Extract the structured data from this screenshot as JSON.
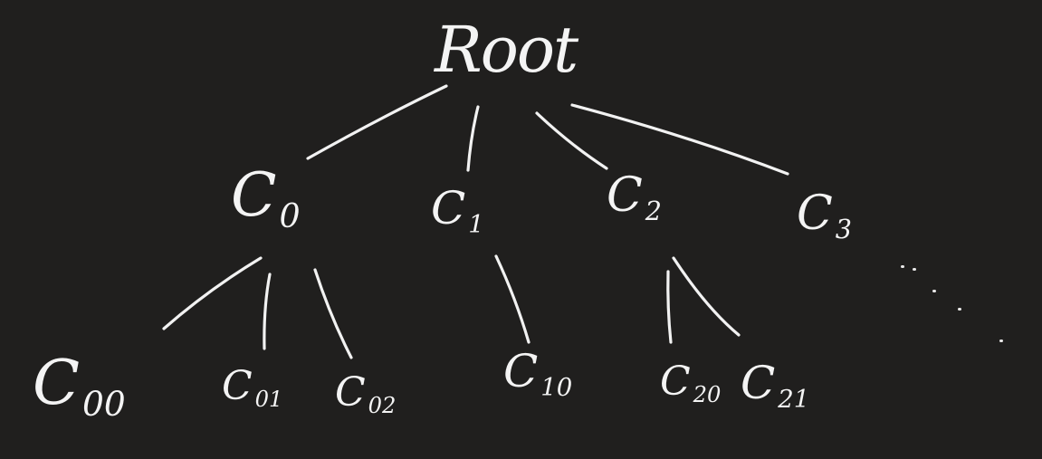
{
  "diagram": {
    "type": "tree",
    "background_color": "#201f1e",
    "ink_color": "#f2f2f2",
    "nodes": [
      {
        "id": "root",
        "base": "Root",
        "sub": ""
      },
      {
        "id": "c0",
        "base": "C",
        "sub": "0"
      },
      {
        "id": "c1",
        "base": "C",
        "sub": "1"
      },
      {
        "id": "c2",
        "base": "C",
        "sub": "2"
      },
      {
        "id": "c3",
        "base": "C",
        "sub": "3"
      },
      {
        "id": "c00",
        "base": "C",
        "sub": "00"
      },
      {
        "id": "c01",
        "base": "C",
        "sub": "01"
      },
      {
        "id": "c02",
        "base": "C",
        "sub": "02"
      },
      {
        "id": "c10",
        "base": "C",
        "sub": "10"
      },
      {
        "id": "c20",
        "base": "C",
        "sub": "20"
      },
      {
        "id": "c21",
        "base": "C",
        "sub": "21"
      }
    ],
    "edges": [
      {
        "from": "root",
        "to": "c0"
      },
      {
        "from": "root",
        "to": "c1"
      },
      {
        "from": "root",
        "to": "c2"
      },
      {
        "from": "root",
        "to": "c3"
      },
      {
        "from": "c0",
        "to": "c00"
      },
      {
        "from": "c0",
        "to": "c01"
      },
      {
        "from": "c0",
        "to": "c02"
      },
      {
        "from": "c1",
        "to": "c10"
      },
      {
        "from": "c2",
        "to": "c20"
      },
      {
        "from": "c2",
        "to": "c21"
      }
    ],
    "continuation": "ellipsis"
  }
}
